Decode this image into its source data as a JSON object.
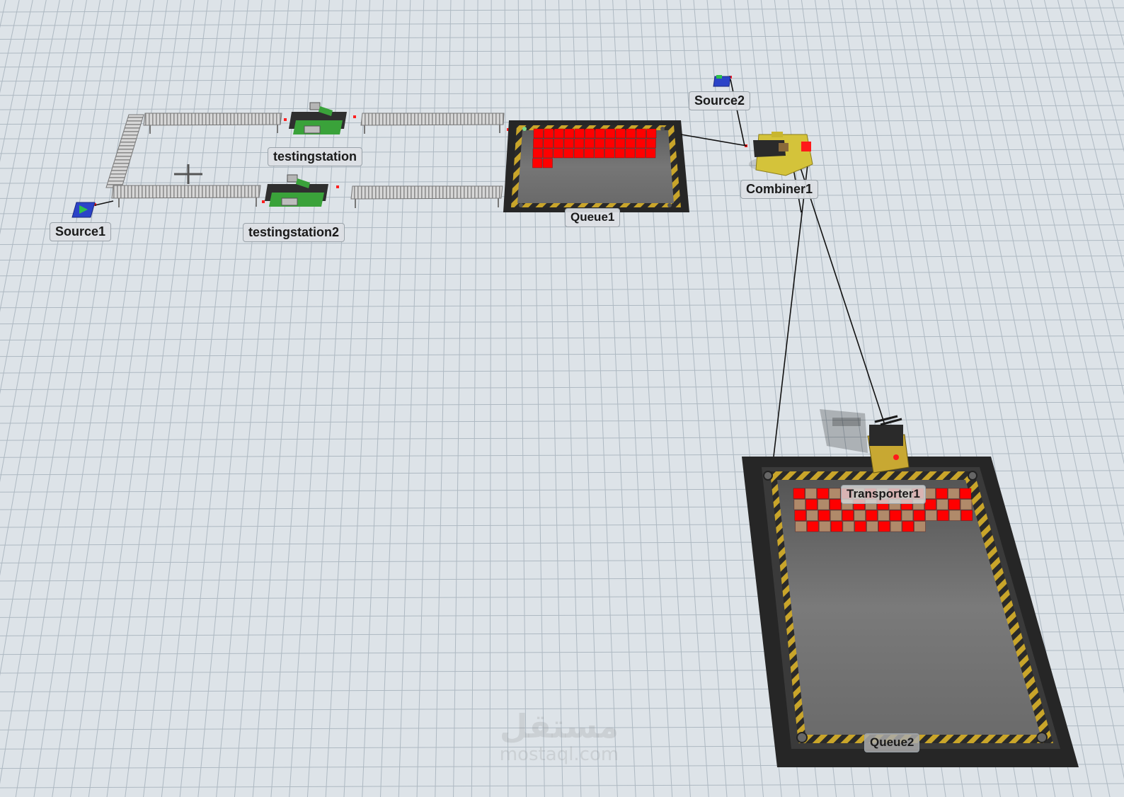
{
  "scene": {
    "floor_color": "#dde3e8",
    "grid_color": "#aeb9c2",
    "connector_color": "#111111",
    "accent_red": "#ff0000",
    "item_tan": "#b08a6a",
    "processor_green": "#3aa23a",
    "combiner_yellow": "#d4c33a",
    "source_blue": "#2b43c8",
    "hazard_yellow": "#c9a52a"
  },
  "labels": {
    "source1": "Source1",
    "source2": "Source2",
    "testingstation": "testingstation",
    "testingstation2": "testingstation2",
    "queue1": "Queue1",
    "combiner1": "Combiner1",
    "transporter1": "Transporter1",
    "queue2": "Queue2"
  },
  "queue1": {
    "items_rows": [
      12,
      12,
      12,
      2
    ]
  },
  "queue2": {
    "items_rows": [
      15,
      15,
      15,
      11
    ]
  },
  "watermark": {
    "logo": "مستقل",
    "text": "mostaql.com"
  }
}
